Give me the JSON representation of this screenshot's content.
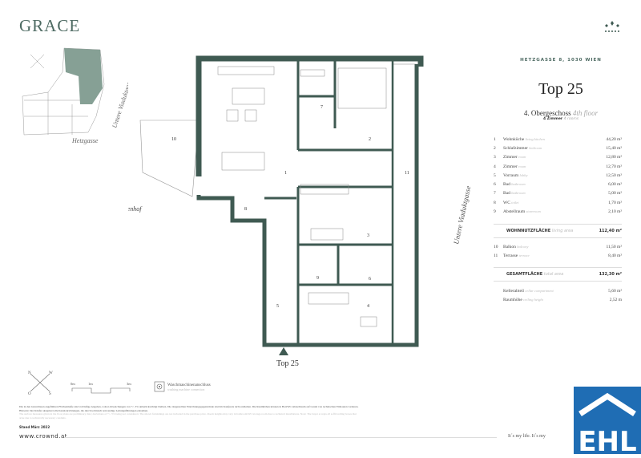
{
  "brand": {
    "logo": "GRACE",
    "address": "HETZGASSE 8, 1030 WIEN",
    "top": "Top 25",
    "floor": "4. Obergeschoss",
    "floor_en": "4th floor",
    "rooms": "4 Zimmer",
    "rooms_en": "4 rooms"
  },
  "areas": [
    {
      "n": "1",
      "de": "Wohnküche",
      "en": "living kitchen",
      "v": "44,20 m²"
    },
    {
      "n": "2",
      "de": "Schlafzimmer",
      "en": "bedroom",
      "v": "15,40 m²"
    },
    {
      "n": "3",
      "de": "Zimmer",
      "en": "room",
      "v": "12,80 m²"
    },
    {
      "n": "4",
      "de": "Zimmer",
      "en": "room",
      "v": "12,70 m²"
    },
    {
      "n": "5",
      "de": "Vorraum",
      "en": "lobby",
      "v": "12,50 m²"
    },
    {
      "n": "6",
      "de": "Bad",
      "en": "bathroom",
      "v": "6,00 m²"
    },
    {
      "n": "7",
      "de": "Bad",
      "en": "bathroom",
      "v": "5,00 m²"
    },
    {
      "n": "8",
      "de": "WC",
      "en": "toilet",
      "v": "1,70 m²"
    },
    {
      "n": "9",
      "de": "Abstellraum",
      "en": "storeroom",
      "v": "2,10 m²"
    }
  ],
  "living": {
    "label": "WOHNNUTZFLÄCHE",
    "en": "living area",
    "v": "112,40 m²"
  },
  "outdoor": [
    {
      "n": "10",
      "de": "Balkon",
      "en": "balcony",
      "v": "11,50 m²"
    },
    {
      "n": "11",
      "de": "Terrasse",
      "en": "terrace",
      "v": "8,40 m²"
    }
  ],
  "total": {
    "label": "GESAMTFLÄCHE",
    "en": "total area",
    "v": "132,30 m²"
  },
  "extra": [
    {
      "de": "Kellerabteil",
      "en": "cellar compartment",
      "v": "5,60 m²"
    },
    {
      "de": "Raumhöhe",
      "en": "ceiling height",
      "v": "2,52 m"
    }
  ],
  "plan": {
    "courtyard": "Innenhof",
    "street_right": "Untere Viaduktgasse",
    "entrance": "Top 25",
    "room_numbers": [
      "1",
      "2",
      "3",
      "4",
      "5",
      "6",
      "7",
      "8",
      "9",
      "10",
      "11"
    ]
  },
  "keyplan": {
    "street_bottom": "Hetzgasse",
    "street_right": "Untere Viaduktgasse"
  },
  "compass": {
    "n": "N",
    "s": "S",
    "w": "W",
    "o": "O"
  },
  "scale": {
    "t0": "0m",
    "t1": "1m",
    "t2": "3m"
  },
  "legend": {
    "label": "Waschmaschinenanschluss",
    "en": "washing machine connection"
  },
  "disclaimer": {
    "de": "Die in den Grundrissen angeführten Flächenmaße sind vorläufige Angaben, wobei Abweichungen von +/- 3% unberücksichtigt bleiben. Die dargestellten Einrichtungsgegenstände sind im Kaufpreis nicht enthalten. Die Raumhöhen können in Bad/WC/Abstellraum auf Grund von technischen Einbauten variieren. Hinweis: Der Käufer akzeptiert alle Kanalzurichtungen, die durch technisch notwendige Leitungsführungen entstehen.",
    "en": "The surface measures given in the floor plans are preliminary data; deviations of +/- 3% being not considered. The shown furnishings are not included in the purchase price. Room heights may vary in bathroom/WC/storage room due to technical installations. Note: The buyer accepts all soffit/ceiling boxes that arise due to technically necessary conduits."
  },
  "stand": "Stand März 2022",
  "url": "www.crownd.at",
  "slogan": "It´s my life. It´s my",
  "ehl": "EHL",
  "colors": {
    "wall": "#3f5a52",
    "accent": "#4d6a62",
    "ehl": "#1f6db4"
  }
}
